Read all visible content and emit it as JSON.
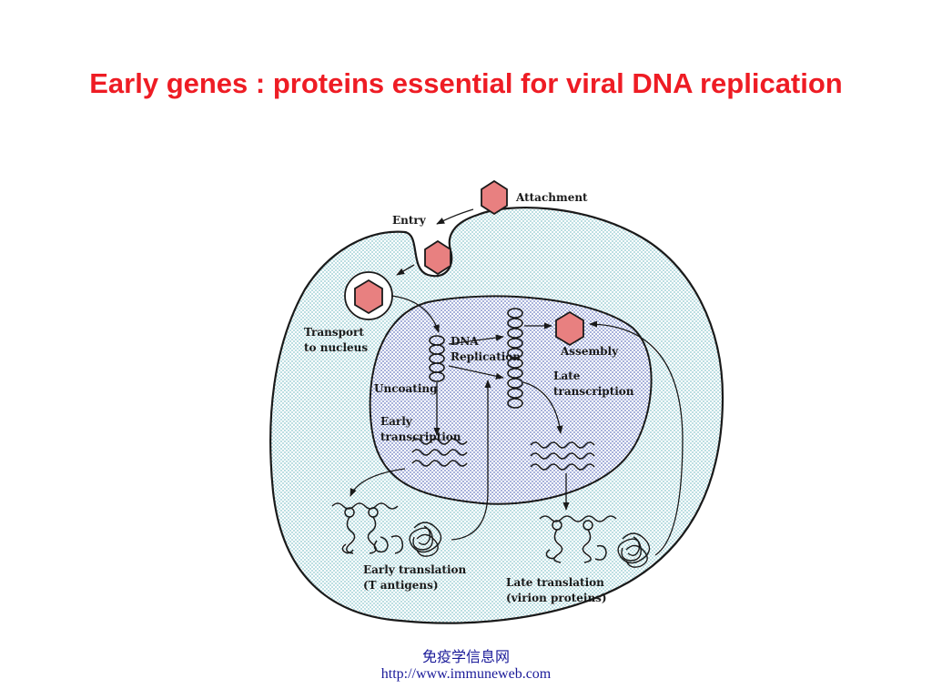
{
  "slide": {
    "title": "Early genes : proteins essential for viral DNA replication"
  },
  "diagram": {
    "labels": {
      "attachment": "Attachment",
      "entry": "Entry",
      "transport_line1": "Transport",
      "transport_line2": "to nucleus",
      "dna_line1": "DNA",
      "dna_line2": "Replication",
      "assembly": "Assembly",
      "uncoating": "Uncoating",
      "late_transcription_line1": "Late",
      "late_transcription_line2": "transcription",
      "early_transcription_line1": "Early",
      "early_transcription_line2": "transcription",
      "early_translation_line1": "Early translation",
      "early_translation_line2": "(T antigens)",
      "late_translation_line1": "Late translation",
      "late_translation_line2": "(virion proteins)"
    },
    "colors": {
      "virion_fill": "#e88080",
      "cytoplasm_dots": "#9fd0d6",
      "nucleus_dots": "#9aa6d4",
      "outline": "#1a1a1a"
    }
  },
  "footer": {
    "site_name": "免疫学信息网",
    "url": "http://www.immuneweb.com"
  }
}
